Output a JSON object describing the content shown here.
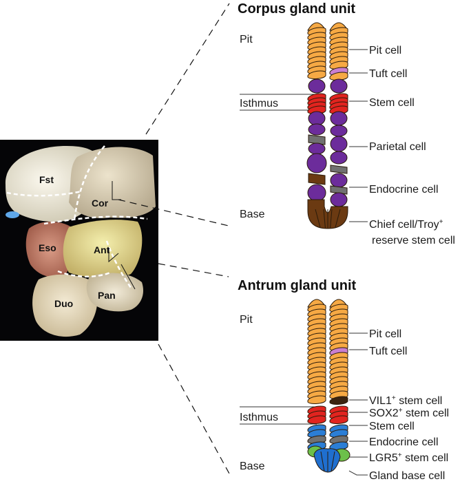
{
  "colors": {
    "pit": "#f6a944",
    "tuft": "#c97fd0",
    "stem": "#e1241f",
    "parietal": "#6c2c9b",
    "endocrine": "#717171",
    "chief": "#6b3a12",
    "vil1_stem": "#3b2410",
    "lgr5": "#6cc04a",
    "gland_base": "#1f6fcf",
    "antrum_stem": "#2b7ed6",
    "outline": "#2a1a0a"
  },
  "photo": {
    "labels": {
      "fst": "Fst",
      "cor": "Cor",
      "eso": "Eso",
      "ant": "Ant",
      "pan": "Pan",
      "duo": "Duo"
    }
  },
  "corpus": {
    "title": "Corpus gland unit",
    "region_pit": "Pit",
    "region_isthmus": "Isthmus",
    "region_base": "Base",
    "labels": {
      "pit_cell": "Pit cell",
      "tuft_cell": "Tuft cell",
      "stem_cell": "Stem cell",
      "parietal_cell": "Parietal cell",
      "endocrine_cell": "Endocrine cell",
      "chief_line1": "Chief cell/Troy",
      "chief_sup": "+",
      "chief_line2": "reserve stem cell"
    }
  },
  "antrum": {
    "title": "Antrum gland unit",
    "region_pit": "Pit",
    "region_isthmus": "Isthmus",
    "region_base": "Base",
    "labels": {
      "pit_cell": "Pit cell",
      "tuft_cell": "Tuft cell",
      "vil1_main": "VIL1",
      "vil1_sup": "+",
      "vil1_tail": " stem cell",
      "sox2_main": "SOX2",
      "sox2_sup": "+",
      "sox2_tail": " stem cell",
      "stem_cell": "Stem cell",
      "endocrine_cell": "Endocrine cell",
      "lgr5_main": "LGR5",
      "lgr5_sup": "+",
      "lgr5_tail": " stem cell",
      "gland_base_cell": "Gland base cell"
    }
  }
}
